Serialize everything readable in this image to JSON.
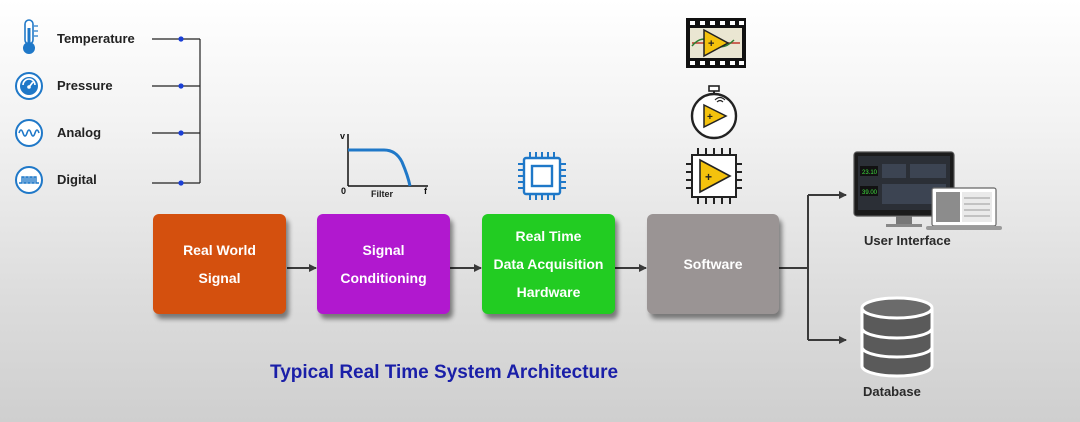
{
  "sensors": [
    {
      "label": "Temperature",
      "icon": "thermometer-icon"
    },
    {
      "label": "Pressure",
      "icon": "pressure-gauge-icon"
    },
    {
      "label": "Analog",
      "icon": "analog-wave-icon"
    },
    {
      "label": "Digital",
      "icon": "digital-pulse-icon"
    }
  ],
  "blocks": [
    {
      "label": "Real World\nSignal",
      "color": "#d4500e"
    },
    {
      "label": "Signal\nConditioning",
      "color": "#b118cf"
    },
    {
      "label": "Real Time\nData Acquisition\nHardware",
      "color": "#22cc22"
    },
    {
      "label": "Software",
      "color": "#9a9494"
    }
  ],
  "filter_chart": {
    "y_label": "v",
    "x_origin_label": "0",
    "x_end_label": "f",
    "caption": "Filter"
  },
  "outputs": {
    "user_interface": "User Interface",
    "database": "Database",
    "screen_readouts": [
      "23.10",
      "39.00"
    ]
  },
  "software_icons": [
    "labview-video-icon",
    "labview-timer-icon",
    "labview-chip-icon"
  ],
  "title": "Typical Real Time System Architecture",
  "colors": {
    "title": "#1a1fa8",
    "wire": "#222222",
    "node_dot": "#1a3fd6",
    "icon_blue": "#1f78c8",
    "labview_yellow": "#f4c20d"
  }
}
